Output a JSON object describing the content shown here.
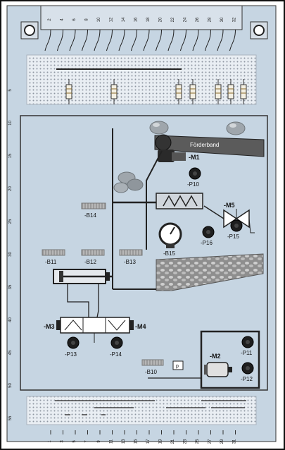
{
  "pin_numbers_top": [
    "2",
    "4",
    "6",
    "8",
    "10",
    "12",
    "14",
    "16",
    "18",
    "20",
    "22",
    "24",
    "26",
    "28",
    "30",
    "32"
  ],
  "pin_numbers_bottom": [
    "1",
    "3",
    "5",
    "7",
    "9",
    "11",
    "13",
    "15",
    "17",
    "19",
    "21",
    "23",
    "25",
    "27",
    "29",
    "31"
  ],
  "row_scale": [
    "5",
    "10",
    "15",
    "20",
    "25",
    "30",
    "35",
    "40",
    "45",
    "50",
    "55"
  ],
  "conveyor": {
    "label": "Förderband"
  },
  "components": {
    "m1": "-M1",
    "m2": "-M2",
    "m3": "-M3",
    "m4": "-M4",
    "m5": "-M5",
    "b10": "-B10",
    "b11": "-B11",
    "b12": "-B12",
    "b13": "-B13",
    "b14": "-B14",
    "b15": "-B15",
    "p10": "-P10",
    "p11": "-P11",
    "p12": "-P12",
    "p13": "-P13",
    "p14": "-P14",
    "p15": "-P15",
    "p16": "-P16",
    "pressure_switch": "p"
  },
  "colors": {
    "board": "#c6d5e2",
    "breadboard": "#e9eef3",
    "frame": "#232323",
    "wire": "#2b2b2b",
    "lamp": "#1e1e1e",
    "conveyor": "#5b5b5b",
    "sensor": "#a9a9a9"
  }
}
